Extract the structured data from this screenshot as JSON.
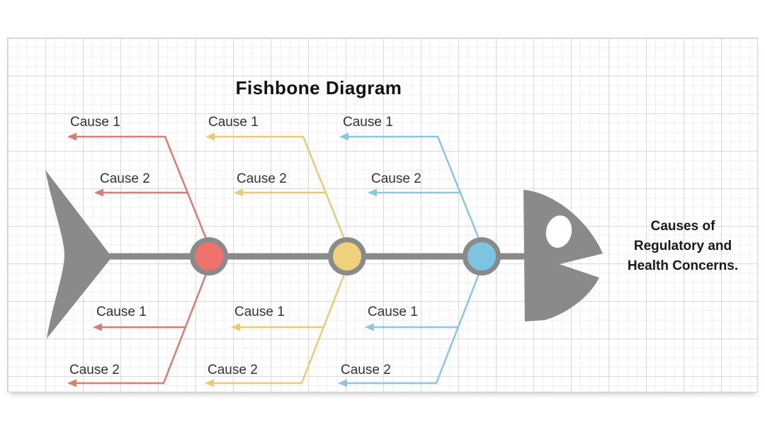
{
  "title": "Fishbone Diagram",
  "effect_label": "Causes of Regulatory and Health Concerns.",
  "colors": {
    "skeleton_gray": "#8a8a8a",
    "eye_white": "#ffffff",
    "red": {
      "node": "#f0726c",
      "line": "#dd7a74"
    },
    "yellow": {
      "node": "#eed17a",
      "line": "#e7cb79"
    },
    "blue": {
      "node": "#7dc4e3",
      "line": "#8cc6e0"
    }
  },
  "bones": {
    "red": {
      "top": [
        "Cause 1",
        "Cause 2"
      ],
      "bottom": [
        "Cause 1",
        "Cause 2"
      ]
    },
    "yellow": {
      "top": [
        "Cause 1",
        "Cause 2"
      ],
      "bottom": [
        "Cause 1",
        "Cause 2"
      ]
    },
    "blue": {
      "top": [
        "Cause 1",
        "Cause 2"
      ],
      "bottom": [
        "Cause 1",
        "Cause 2"
      ]
    }
  }
}
